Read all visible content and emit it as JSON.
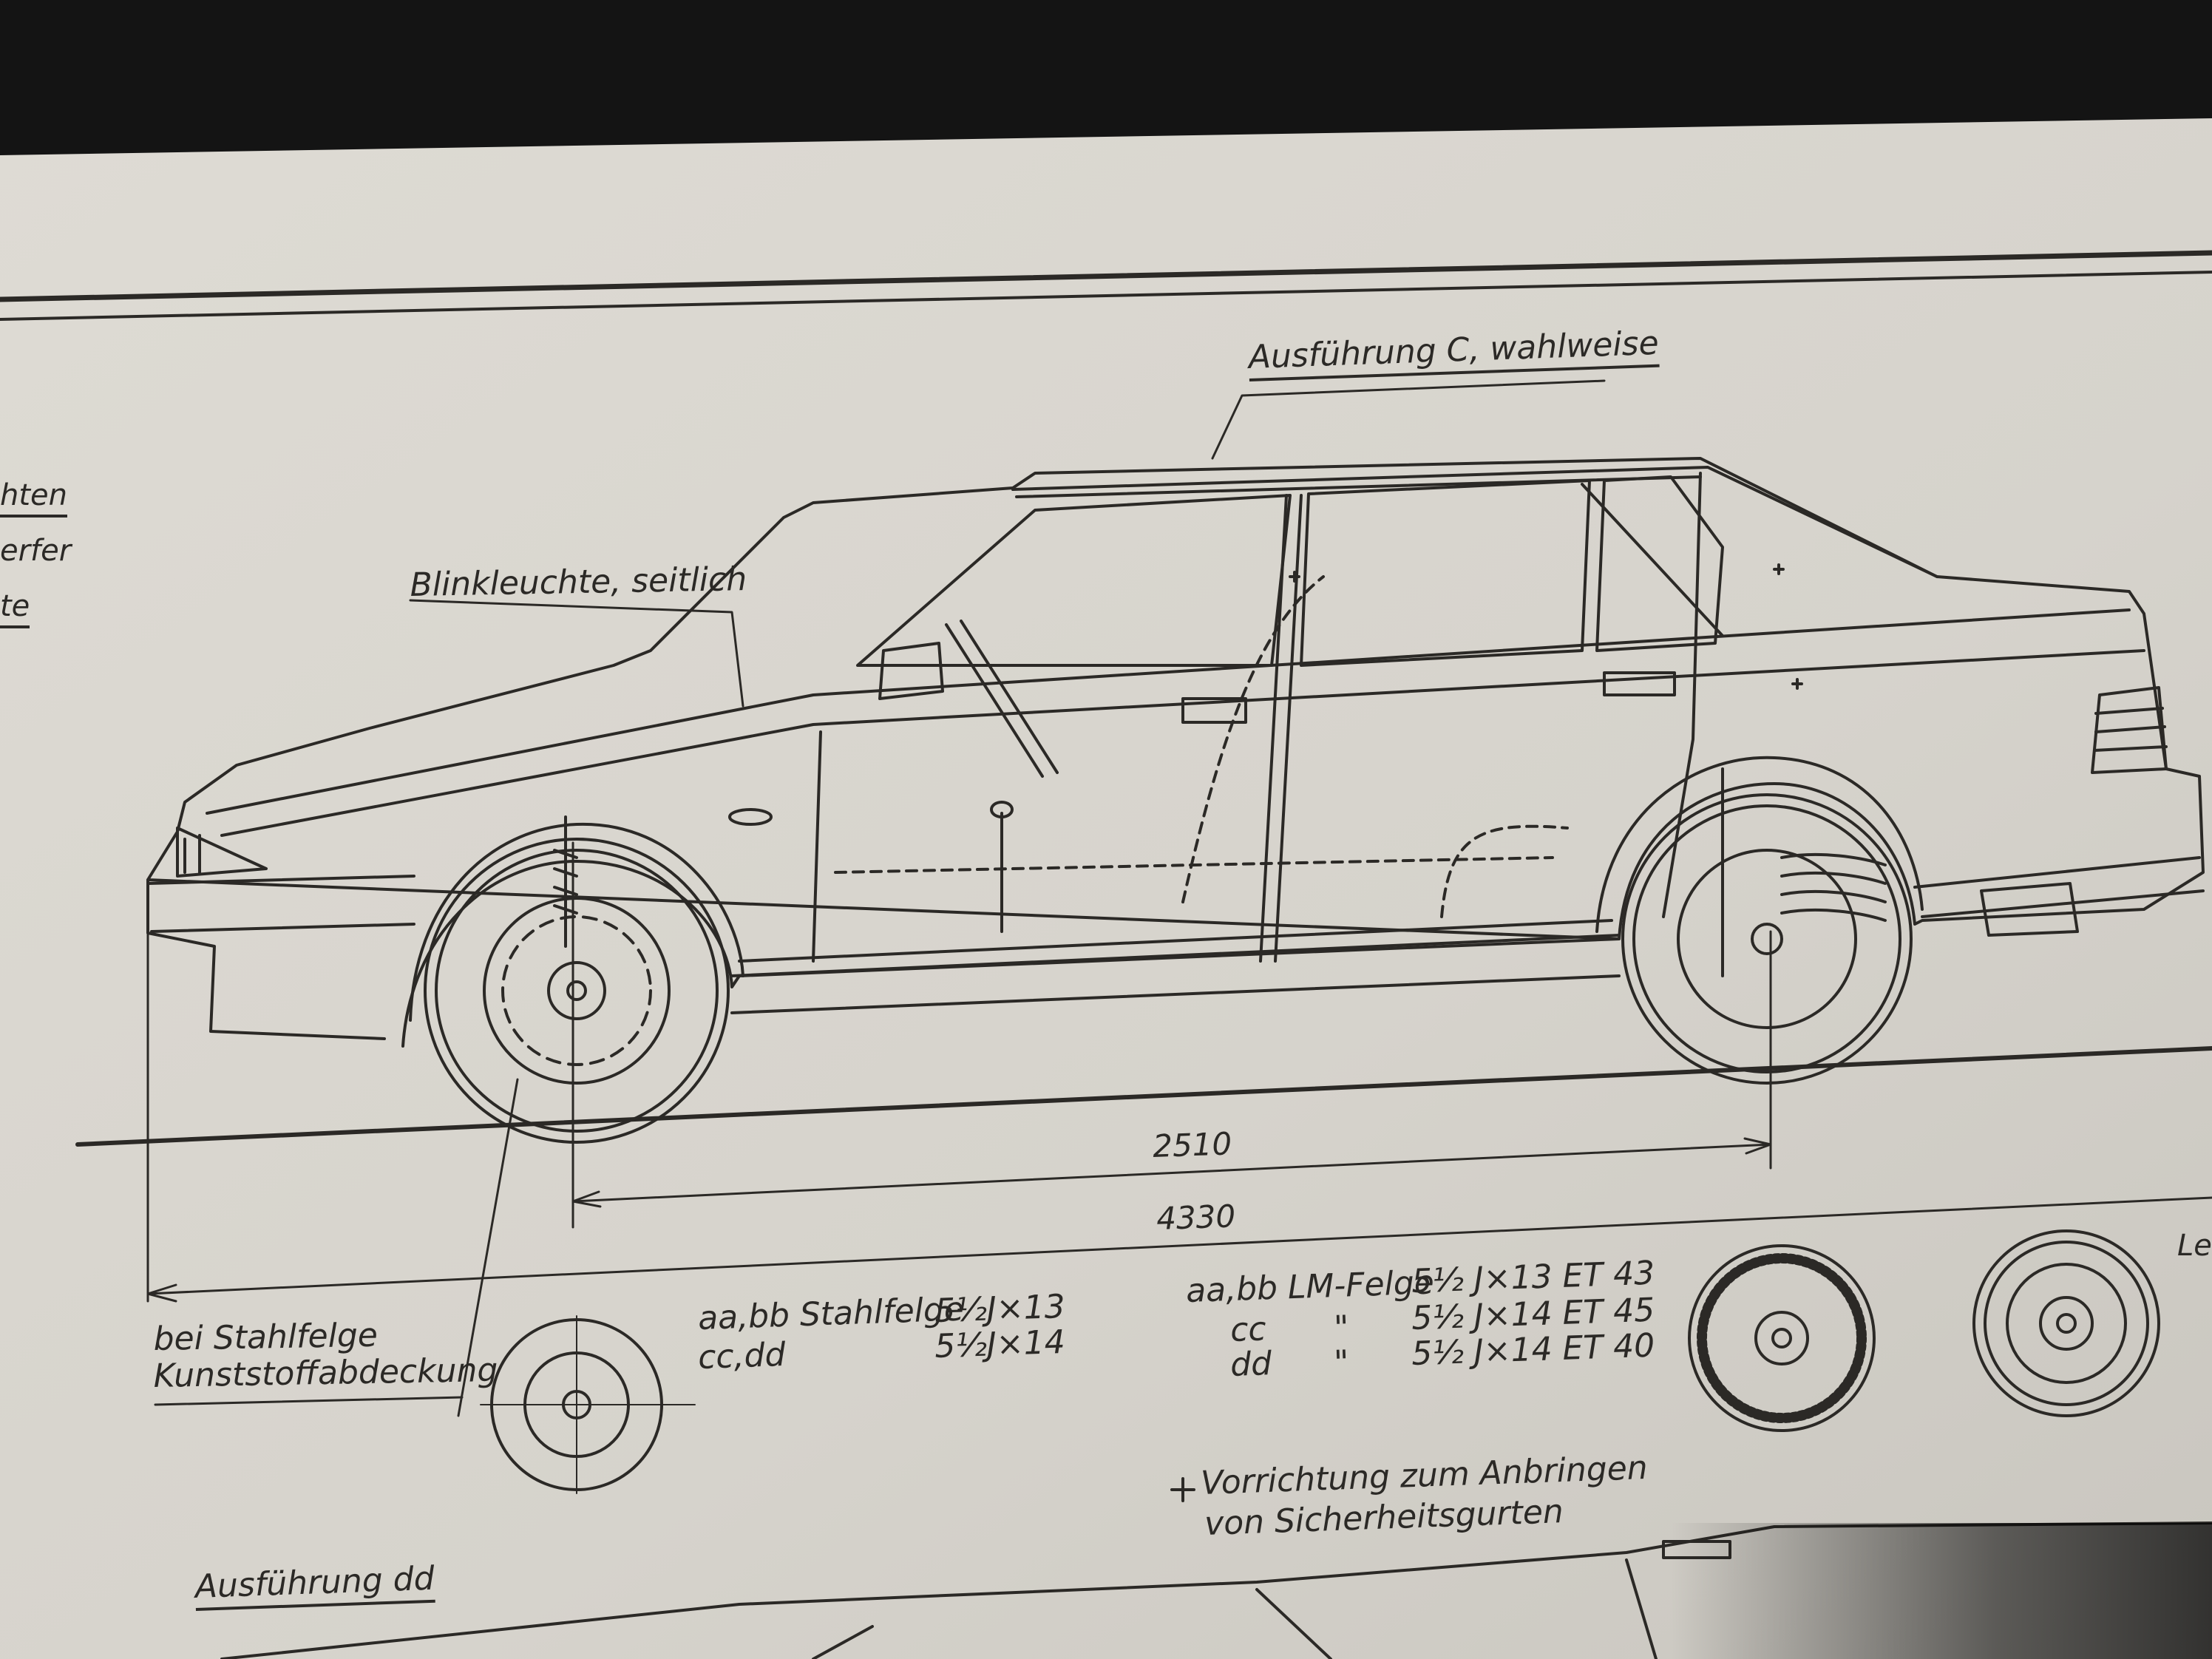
{
  "labels": {
    "variant_c": "Ausführung C, wahlweise",
    "turn_signal": "Blinkleuchte, seitlich",
    "wheelbase": "2510",
    "overall_length": "4330",
    "steel_wheel_note_1": "bei Stahlfelge",
    "steel_wheel_note_2": "Kunststoffabdeckung",
    "steel_aabb": "aa,bb  Stahlfelge",
    "steel_aabb_size": "5½J×13",
    "steel_ccdd": "cc,dd",
    "steel_ccdd_size": "5½J×14",
    "alloy_aabb": "aa,bb LM-Felge",
    "alloy_aabb_size": "5½ J×13 ET 43",
    "alloy_cc": "cc",
    "alloy_cc_ditto": "\"",
    "alloy_cc_size": "5½ J×14 ET 45",
    "alloy_dd": "dd",
    "alloy_dd_ditto": "\"",
    "alloy_dd_size": "5½ J×14 ET 40",
    "seatbelt_note_1": "Vorrichtung zum Anbringen",
    "seatbelt_note_2": "von Sicherheitsgurten",
    "variant_dd": "Ausführung dd",
    "left_cut_1": "hten",
    "left_cut_2": "erfer",
    "left_cut_3": "te",
    "right_cut": "Le"
  },
  "colors": {
    "paper": "#d9d6cf",
    "ink": "#2b2926",
    "background": "#141414"
  }
}
